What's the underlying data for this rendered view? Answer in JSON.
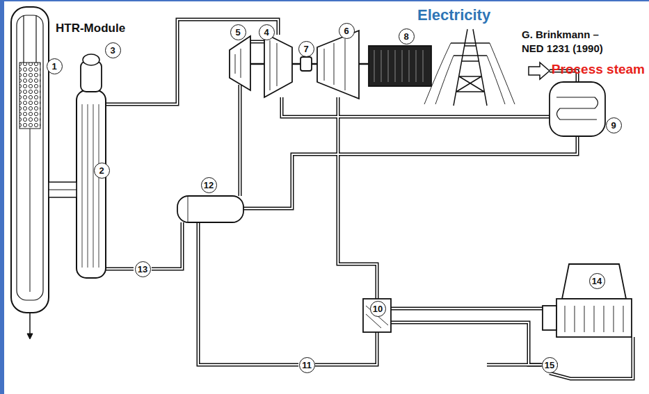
{
  "diagram": {
    "nodes": [
      {
        "text": [
          "1"
        ]
      },
      {
        "text": [
          "2"
        ]
      },
      {
        "text": [
          "3"
        ]
      },
      {
        "text": [
          "4"
        ]
      },
      {
        "text": [
          "5"
        ]
      },
      {
        "text": [
          "6"
        ]
      },
      {
        "text": [
          "7"
        ]
      },
      {
        "text": [
          "8"
        ]
      },
      {
        "text": [
          "9"
        ]
      },
      {
        "text": [
          "10"
        ]
      },
      {
        "text": [
          "11"
        ]
      },
      {
        "text": [
          "12"
        ]
      },
      {
        "text": [
          "13"
        ]
      },
      {
        "text": [
          "14"
        ]
      },
      {
        "text": [
          "15"
        ]
      }
    ],
    "labels": [
      "Electricity",
      "HTR-Module",
      "G. Brinkmann – NED 1231 (1990)",
      "Process steam"
    ]
  }
}
